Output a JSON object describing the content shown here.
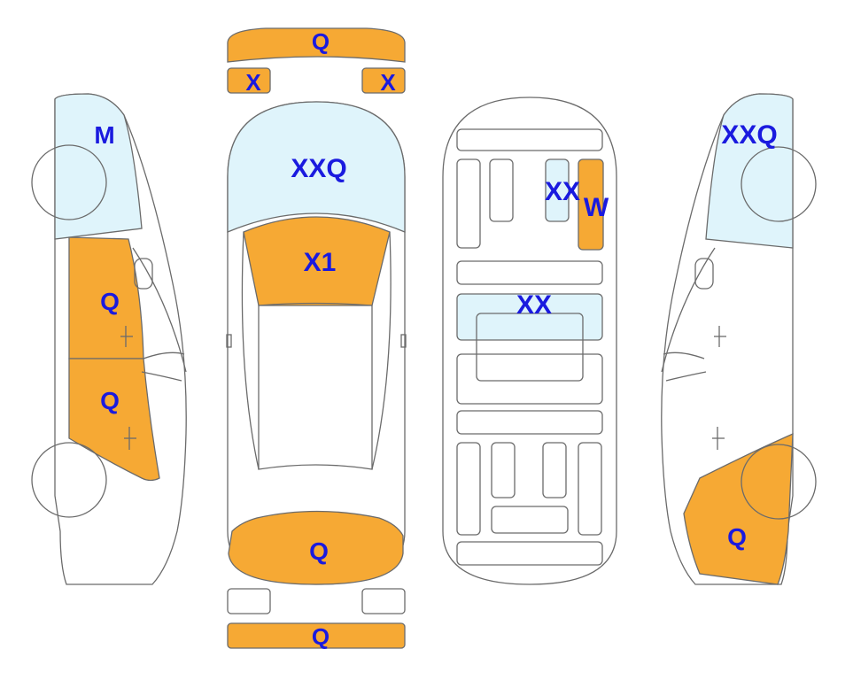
{
  "colors": {
    "damage": "#f6a934",
    "glass": "#dff4fb",
    "outline": "#6b6b6b",
    "label": "#1a1adf",
    "body": "#ffffff"
  },
  "labels": {
    "front_bumper": "Q",
    "left_headlight": "X",
    "right_headlight": "X",
    "left_windshield": "M",
    "windshield": "XXQ",
    "hood": "X1",
    "left_front_door": "Q",
    "left_rear_door": "Q",
    "trunk": "Q",
    "rear_bumper": "Q",
    "interior_console": "XX",
    "interior_seat": "W",
    "interior_middle_row": "XX",
    "right_windshield": "XXQ",
    "right_rear_quarter": "Q"
  }
}
